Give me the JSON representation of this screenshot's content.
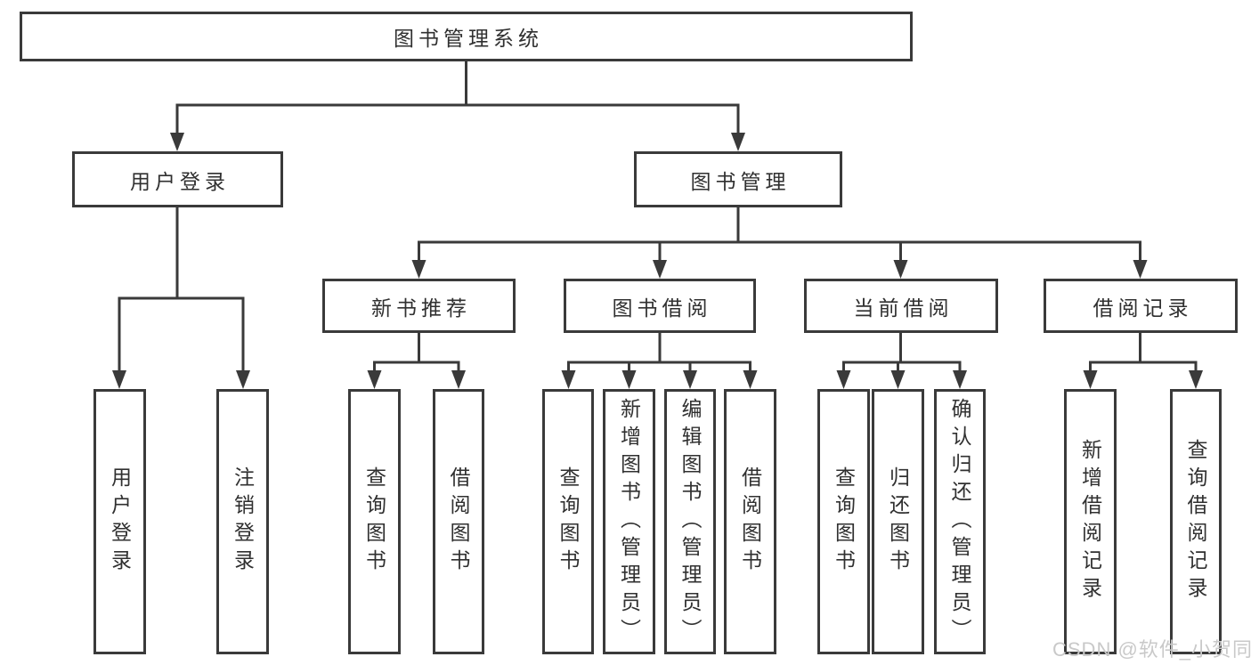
{
  "diagram": {
    "root": {
      "label": "图书管理系统"
    },
    "branches": [
      {
        "label": "用户登录",
        "children": [
          {
            "label": "用户登录"
          },
          {
            "label": "注销登录"
          }
        ]
      },
      {
        "label": "图书管理",
        "children": [
          {
            "label": "新书推荐",
            "children": [
              {
                "label": "查询图书"
              },
              {
                "label": "借阅图书"
              }
            ]
          },
          {
            "label": "图书借阅",
            "children": [
              {
                "label": "查询图书"
              },
              {
                "label": "新增图书（管理员）"
              },
              {
                "label": "编辑图书（管理员）"
              },
              {
                "label": "借阅图书"
              }
            ]
          },
          {
            "label": "当前借阅",
            "children": [
              {
                "label": "查询图书"
              },
              {
                "label": "归还图书"
              },
              {
                "label": "确认归还（管理员）"
              }
            ]
          },
          {
            "label": "借阅记录",
            "children": [
              {
                "label": "新增借阅记录"
              },
              {
                "label": "查询借阅记录"
              }
            ]
          }
        ]
      }
    ],
    "watermark": "CSDN @软件_小贺同学"
  },
  "colors": {
    "line": "#3a3a3a",
    "text": "#303030",
    "background": "#ffffff",
    "watermark": "#c9c9c9"
  }
}
